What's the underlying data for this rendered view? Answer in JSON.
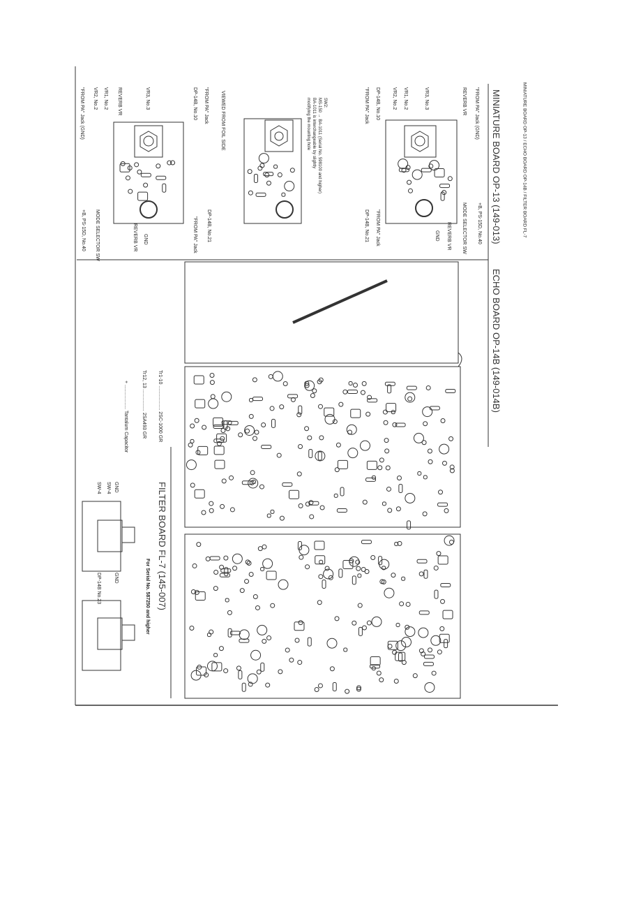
{
  "header": "MINIATURE BOARD OP-13 / ECHO BOARD OP-14B / FILTER BOARD FL-7",
  "miniature": {
    "title": "MINIATURE BOARD OP-13 (149-013)",
    "component_side": {
      "top": [
        "\"FROM PA\" Jack",
        "DP-14B, No.10",
        "VR2, No.2",
        "VR1, No.2",
        "VR3, No.3",
        "REVERB VR",
        "\"FROM PA\" Jack (GND)"
      ],
      "bottom": [
        "DP-14B, No.21",
        "\"FROM PA\" Jack",
        "GND",
        "REVERB VR",
        "MODE SELECTOR SW",
        "+B, PS-15D, No.40"
      ]
    },
    "foil_side": {
      "caption": "VIEWED FROM FOIL SIDE",
      "top": [
        "\"FROM PA\" Jack (GND)",
        "VR2, No.2",
        "VR1, No.2",
        "REVERB VR",
        "VR3, No.3",
        "DP-14B, No.10",
        "\"FROM PA\" Jack"
      ],
      "bottom": [
        "+B, PS-15D, No.40",
        "MODE SELECTOR SW",
        "REVERB VR",
        "GND",
        "\"FROM PA\" Jack",
        "DP-14B, No.21"
      ]
    },
    "sw2_note": [
      "SW2:",
      "MS-150 → BA-1011 (Serial No. 598100 and higher)",
      "BA-1011 is interchangeable by slightly",
      "modifying the mounting hole"
    ]
  },
  "echo": {
    "title": "ECHO BOARD OP-14B (149-014B)",
    "legend": [
      "Tr1-10 .................. 2SC-1000 GR",
      "Tr12, 13 ................ 2SA493 GR",
      "+ .................. Tantalum Capacitor"
    ]
  },
  "filter": {
    "title": "FILTER BOARD FL-7 (145-007)",
    "subtitle": "For Serial No. 587250 and higher",
    "labels": [
      "GND",
      "SW-4",
      "SW-4",
      "GND",
      "DP-14B No.23"
    ]
  }
}
